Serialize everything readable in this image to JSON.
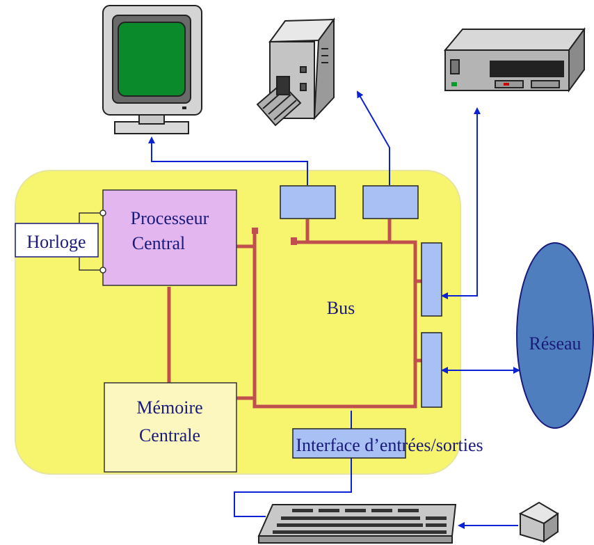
{
  "labels": {
    "cpu_line1": "Processeur",
    "cpu_line2": "Central",
    "clock": "Horloge",
    "memory_line1": "Mémoire",
    "memory_line2": "Centrale",
    "bus": "Bus",
    "io_interface": "Interface d’entrées/sorties",
    "network": "Réseau"
  },
  "colors": {
    "board": "#f7f46e",
    "bus": "#c0504d",
    "cpu": "#e3b6f0",
    "memory": "#fbf7bf",
    "port": "#a8c0f4",
    "arrow": "#0a22d4",
    "network": "#4f7ebf",
    "text": "#1a1a7a"
  },
  "icons": {
    "monitor": "crt-monitor-icon",
    "printer": "printer-icon",
    "drive": "disk-drive-icon",
    "keyboard": "keyboard-icon",
    "mouse": "mouse-icon"
  }
}
